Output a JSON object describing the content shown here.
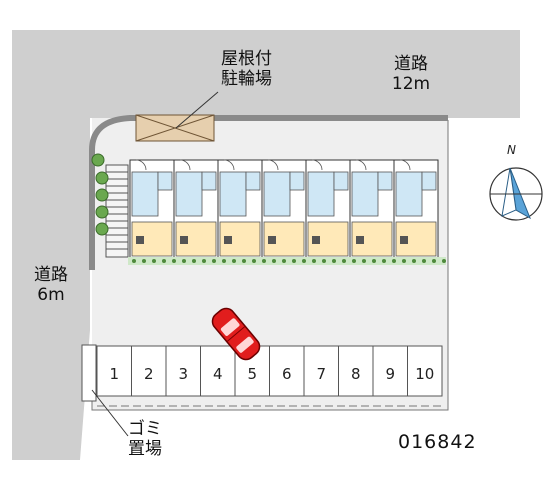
{
  "labels": {
    "bicycle_parking": [
      "屋根付",
      "駐輪場"
    ],
    "north_road": [
      "道路",
      "12m"
    ],
    "west_road": [
      "道路",
      "6m"
    ],
    "garbage": [
      "ゴミ",
      "置場"
    ],
    "property_code": "016842",
    "compass_n": "N"
  },
  "parking_spaces": [
    "1",
    "2",
    "3",
    "4",
    "5",
    "6",
    "7",
    "8",
    "9",
    "10"
  ],
  "unit_count": 7,
  "colors": {
    "road": "#cfcfcf",
    "lot": "#efefef",
    "fence": "#9a9a9a",
    "balcony": "#ffe9b8",
    "wet_area": "#cfe7f5",
    "car": "#e11d1d",
    "compass_blue": "#5aa3d8"
  },
  "icons": {
    "car": "car-icon",
    "compass": "compass-icon"
  }
}
